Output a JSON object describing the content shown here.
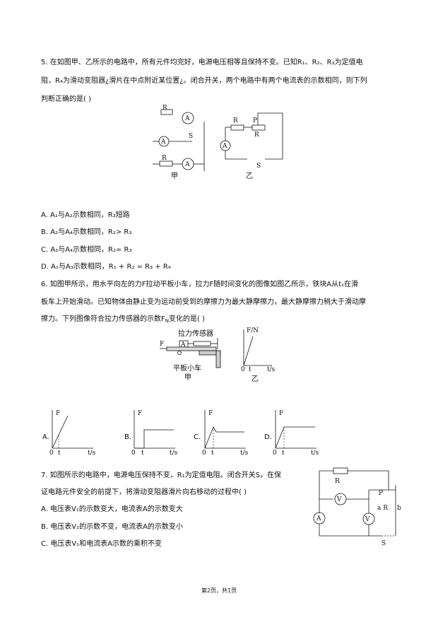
{
  "q5": {
    "line1": "5. 在如图甲、乙所示的电路中，所有元件均完好，电源电压相等且保持不变。已知R₁、R₂、R₃为定值电",
    "line2": "阻，R₄为滑动变阻器¿滑片在中点附近某位置¿。闭合开关，两个电路中有两个电流表的示数相同，则下列",
    "line3": "判断正确的是(    )",
    "fig_label_left": "甲",
    "fig_label_right": "乙",
    "options": [
      "A. A₁与A₂示数相同，R₃短路",
      "B. A₂与A₄示数相同，R₂> R₃",
      "C. A₃与A₄示数相同，R₂= R₃",
      "D. A₁与A₃示数相同，R₁ + R₂ = R₃ + R₄"
    ]
  },
  "q6": {
    "line1": "6. 如图甲所示，用水平向左的力F拉动平板小车，拉力F随时间变化的图像如图乙所示，铁块A从t₁在滑",
    "line2": "板车上开始滑动。已知物体由静止变为运动前受到的摩擦力为最大静摩擦力，最大静摩擦力稍大于滑动摩",
    "line3": "擦力。下列图像符合拉力传感器的示数F",
    "line3_sub": "N",
    "line3_end": "变化的是(    )",
    "sensor_label": "拉力传感器",
    "cart_label": "平板小车",
    "fig_label_left": "甲",
    "fig_label_right": "乙",
    "option_letters": [
      "A.",
      "B.",
      "C.",
      "D."
    ]
  },
  "q7": {
    "line1": "7. 如图所示的电路中，电源电压保持不变，R₁为定值电阻。闭合开关S，在保",
    "line2": "证电路元件安全的前提下，将滑动变阻器滑片向右移动的过程中(    )",
    "options": [
      "A. 电压表V₁的示数变大，电流表A的示数变大",
      "B. 电压表V₂的示数不变，电流表A的示数变小",
      "C. 电压表V₁和电流表A示数的乘积不变"
    ]
  },
  "footer": "第2页，共1页"
}
